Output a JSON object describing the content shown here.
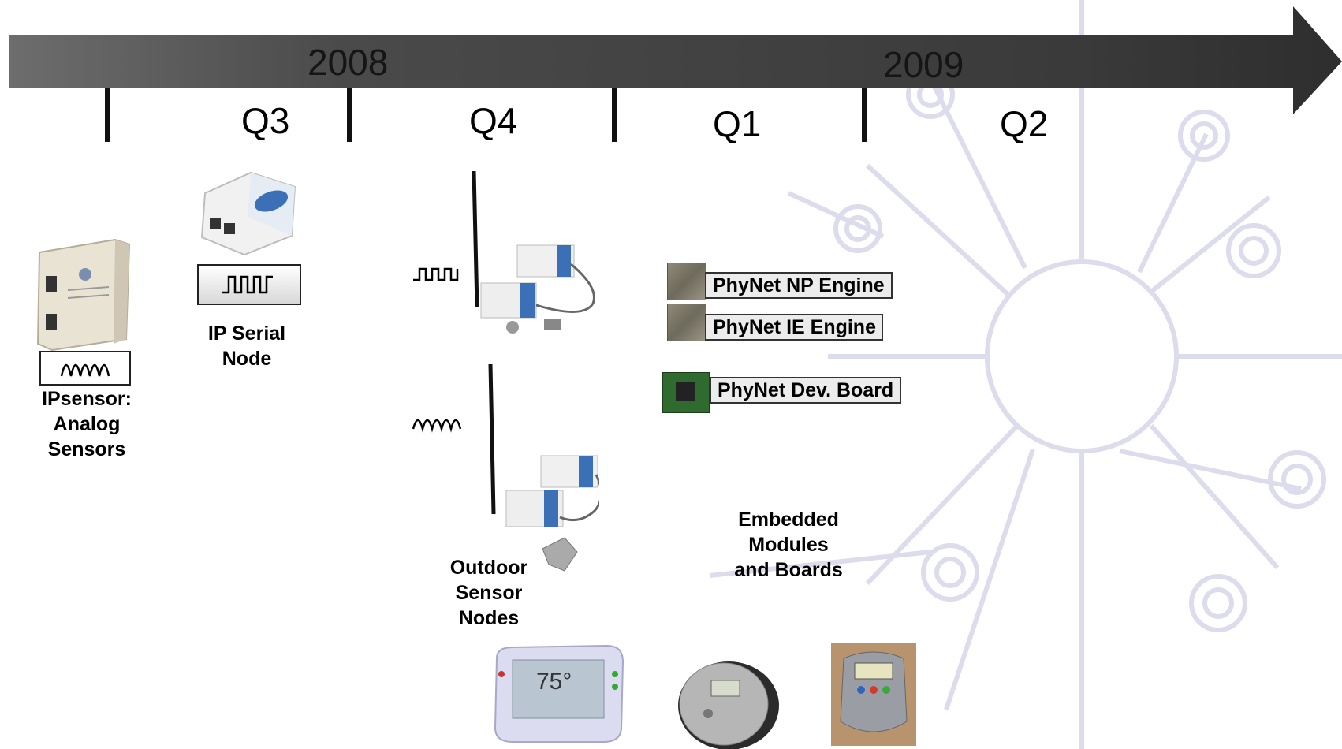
{
  "timeline": {
    "years": [
      {
        "label": "2008"
      },
      {
        "label": "2009"
      }
    ],
    "quarters": [
      {
        "label": "Q3"
      },
      {
        "label": "Q4"
      },
      {
        "label": "Q1"
      },
      {
        "label": "Q2"
      }
    ]
  },
  "products": {
    "ipsensor": {
      "line1": "IPsensor:",
      "line2": "Analog",
      "line3": "Sensors"
    },
    "serial_node": {
      "line1": "IP Serial",
      "line2": "Node"
    },
    "outdoor": {
      "line1": "Outdoor",
      "line2": "Sensor",
      "line3": "Nodes"
    },
    "embedded": {
      "line1": "Embedded",
      "line2": "Modules",
      "line3": "and Boards"
    }
  },
  "modules": {
    "np_engine": "PhyNet NP Engine",
    "ie_engine": "PhyNet IE Engine",
    "dev_board": "PhyNet Dev. Board"
  },
  "thermostat": {
    "display": "75°"
  },
  "colors": {
    "arrow_dark": "#2e2e2e",
    "arrow_light": "#6d6d6d",
    "watermark": "#dcdcec"
  }
}
